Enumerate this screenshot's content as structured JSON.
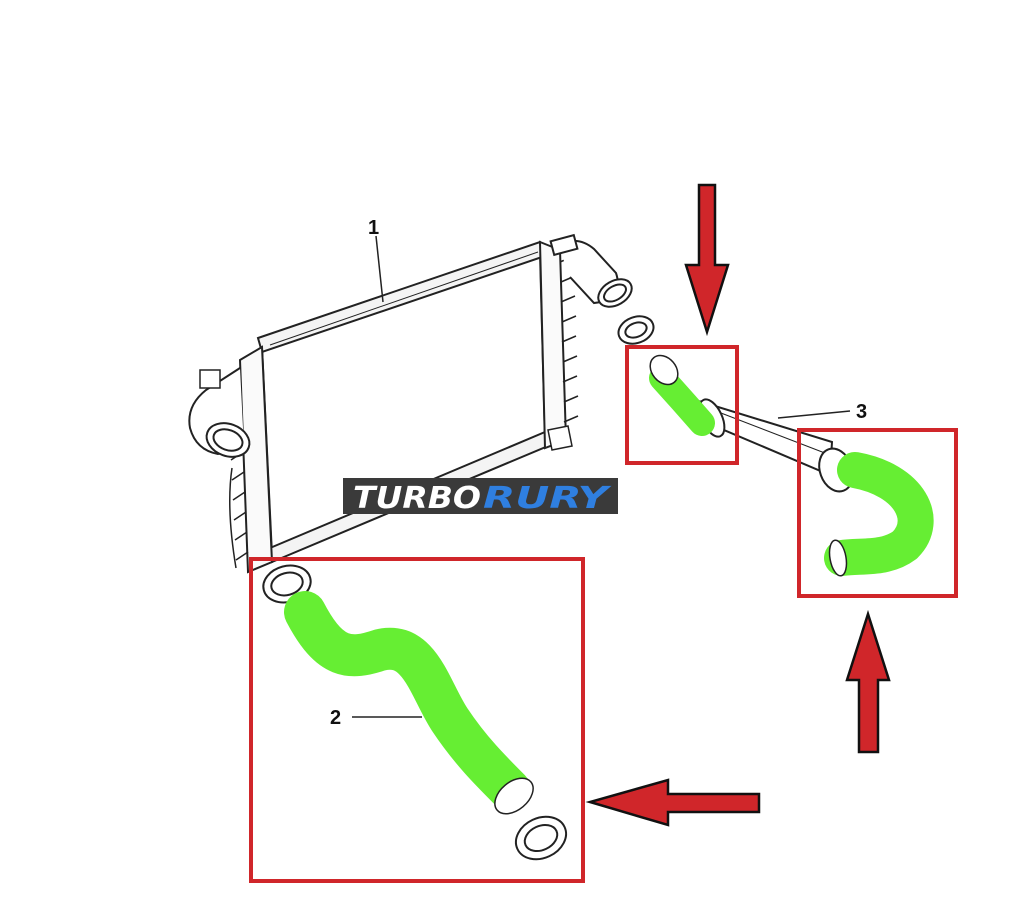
{
  "logo": {
    "word1": "TURBO",
    "word2": "RURY"
  },
  "callouts": {
    "part1": "1",
    "part2": "2",
    "part3": "3"
  },
  "icons": {
    "intercooler": "intercooler-icon",
    "hose": "hose-icon",
    "clamp": "clamp-icon",
    "pipe": "pipe-icon",
    "arrow": "arrow-icon"
  },
  "colors": {
    "highlight_hose": "#66ee33",
    "frame": "#d0262a",
    "arrow": "#d0262a",
    "line": "#222222",
    "logo_bg": "#3a3a3a",
    "logo_accent": "#2f7fe0"
  }
}
